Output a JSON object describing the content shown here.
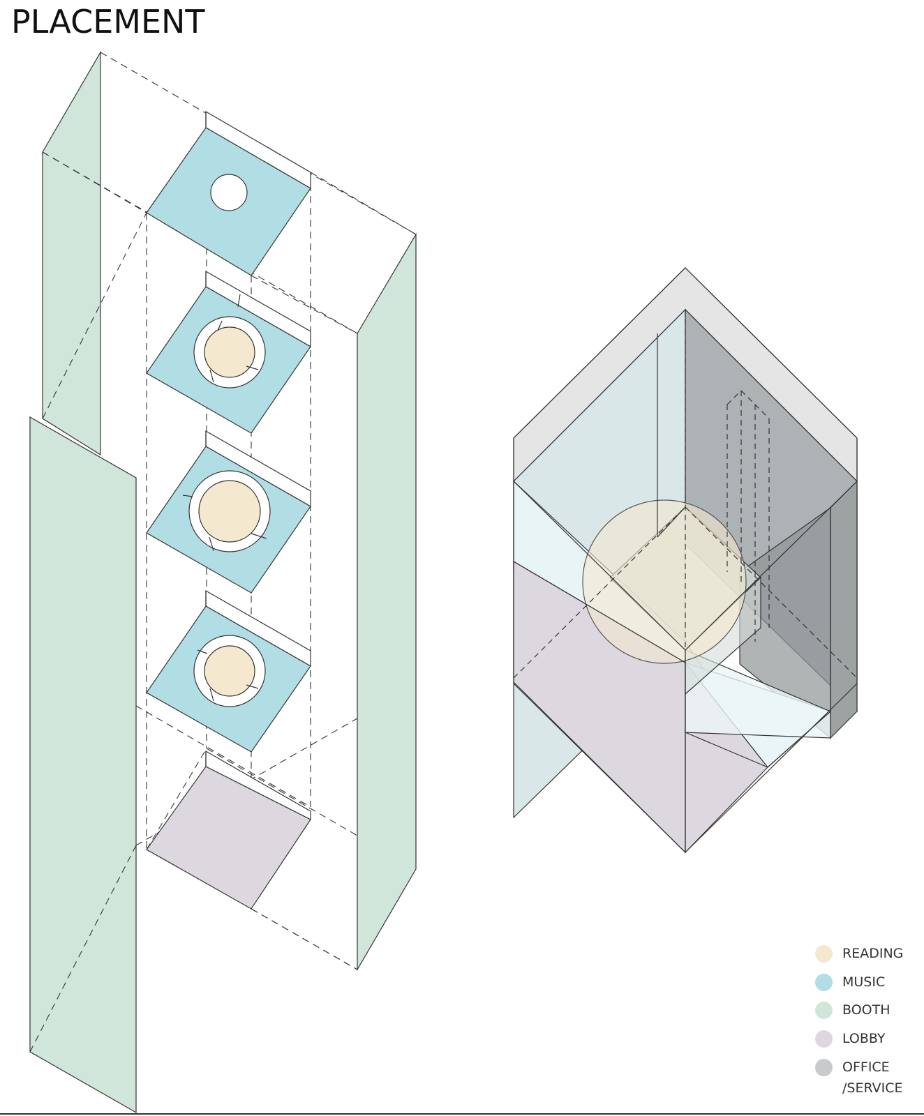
{
  "title": "PLACEMENT",
  "colors": {
    "reading": "#F4E8CE",
    "music": "#B1DEE4",
    "booth": "#D0E6DA",
    "lobby": "#DDD8E0",
    "office": "#C9CACB",
    "line": "#333333"
  },
  "legend": [
    {
      "label": "READING",
      "label2": "",
      "color": "#F4E8CE"
    },
    {
      "label": "MUSIC",
      "label2": "",
      "color": "#B1DEE4"
    },
    {
      "label": "BOOTH",
      "label2": "",
      "color": "#D0E6DA"
    },
    {
      "label": "LOBBY",
      "label2": "",
      "color": "#DDD8E0"
    },
    {
      "label": "OFFICE",
      "label2": "/SERVICE",
      "color": "#C9CACB"
    }
  ]
}
